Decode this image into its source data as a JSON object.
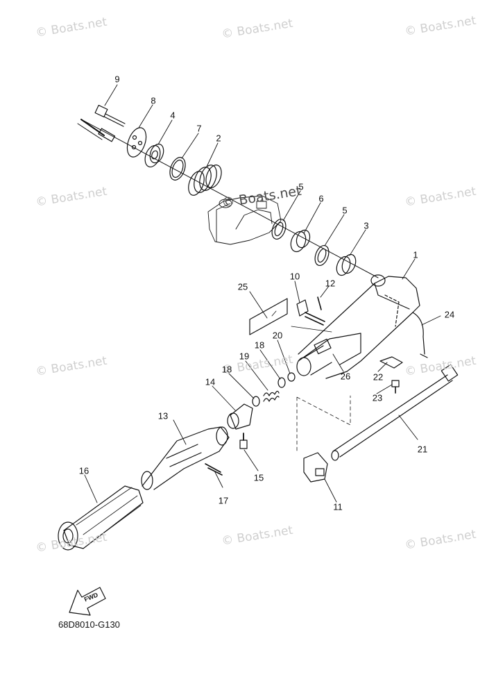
{
  "watermark": "© Boats.net",
  "diagram_code": "68D8010-G130",
  "direction_label": "FWD",
  "callouts": [
    {
      "id": "c1",
      "text": "1"
    },
    {
      "id": "c2",
      "text": "2"
    },
    {
      "id": "c3",
      "text": "3"
    },
    {
      "id": "c4",
      "text": "4"
    },
    {
      "id": "c5a",
      "text": "5"
    },
    {
      "id": "c5b",
      "text": "5"
    },
    {
      "id": "c6",
      "text": "6"
    },
    {
      "id": "c7",
      "text": "7"
    },
    {
      "id": "c8",
      "text": "8"
    },
    {
      "id": "c9",
      "text": "9"
    },
    {
      "id": "c10",
      "text": "10"
    },
    {
      "id": "c11",
      "text": "11"
    },
    {
      "id": "c12",
      "text": "12"
    },
    {
      "id": "c13",
      "text": "13"
    },
    {
      "id": "c14",
      "text": "14"
    },
    {
      "id": "c15",
      "text": "15"
    },
    {
      "id": "c16",
      "text": "16"
    },
    {
      "id": "c17",
      "text": "17"
    },
    {
      "id": "c18a",
      "text": "18"
    },
    {
      "id": "c18b",
      "text": "18"
    },
    {
      "id": "c19",
      "text": "19"
    },
    {
      "id": "c20",
      "text": "20"
    },
    {
      "id": "c21",
      "text": "21"
    },
    {
      "id": "c22",
      "text": "22"
    },
    {
      "id": "c23",
      "text": "23"
    },
    {
      "id": "c24",
      "text": "24"
    },
    {
      "id": "c25",
      "text": "25"
    },
    {
      "id": "c26",
      "text": "26"
    }
  ]
}
